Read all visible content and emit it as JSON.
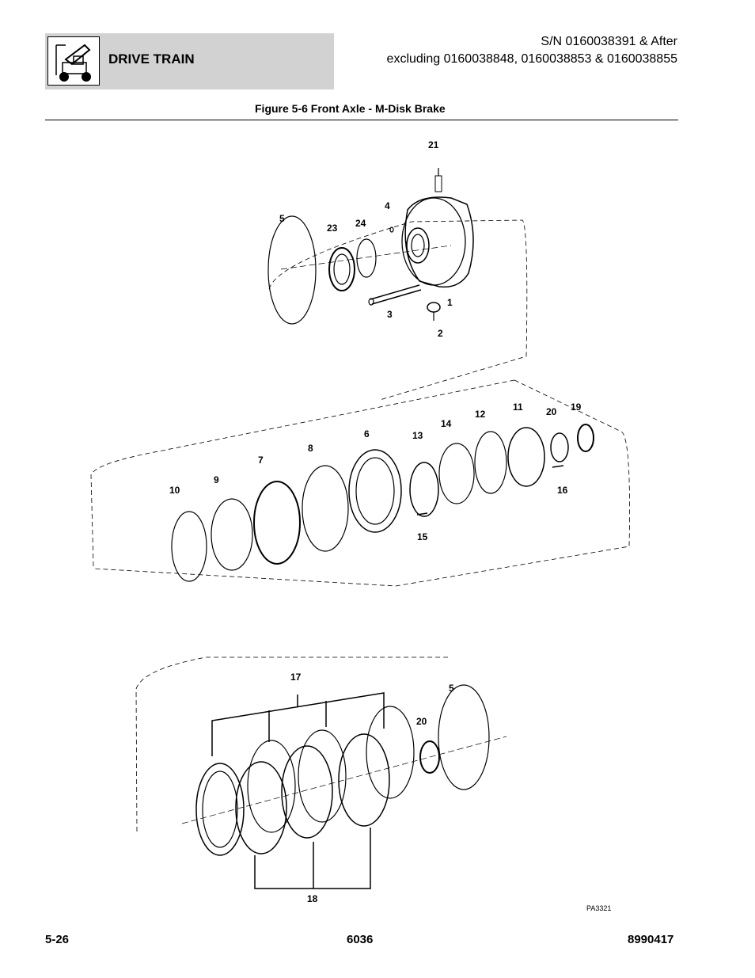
{
  "header": {
    "section": "DRIVE TRAIN",
    "serial_line1": "S/N 0160038391 & After",
    "serial_line2": "excluding 0160038848, 0160038853 & 0160038855",
    "logo_icon": "telehandler-icon"
  },
  "figure": {
    "title": "Figure 5-6 Front Axle - M-Disk Brake",
    "art_id": "PA3321",
    "callouts": [
      "21",
      "4",
      "5",
      "23",
      "24",
      "1",
      "3",
      "2",
      "11",
      "19",
      "20",
      "12",
      "14",
      "13",
      "6",
      "8",
      "7",
      "9",
      "10",
      "16",
      "15",
      "17",
      "5",
      "20",
      "18"
    ]
  },
  "footer": {
    "page": "5-26",
    "model": "6036",
    "doc_number": "8990417"
  }
}
